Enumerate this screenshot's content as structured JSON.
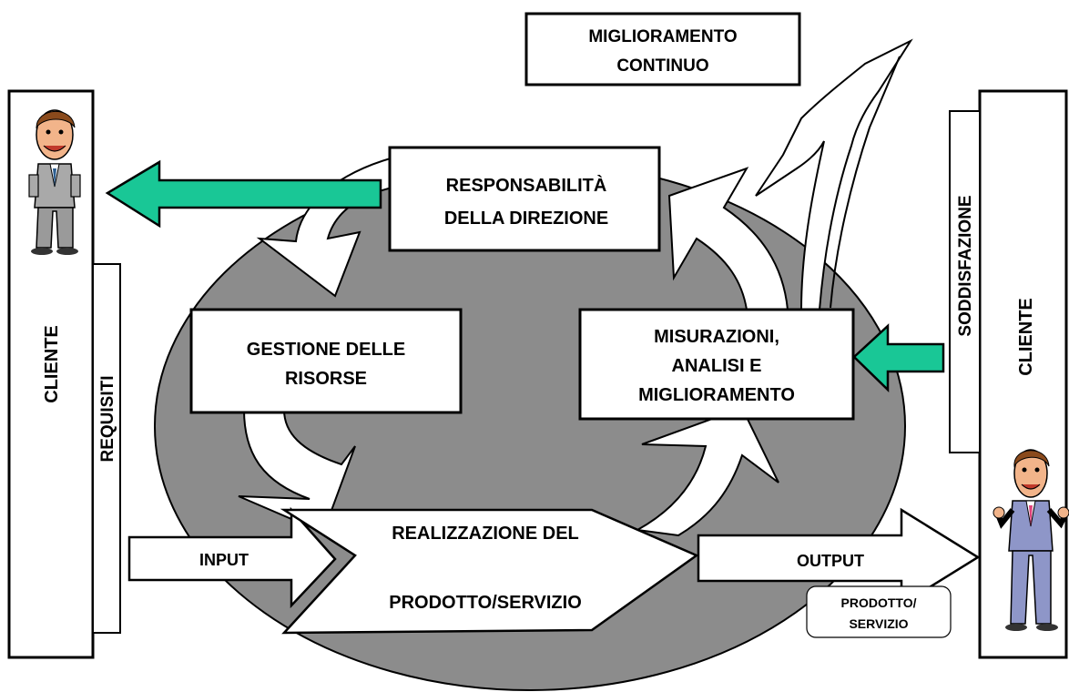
{
  "colors": {
    "circle": "#8c8c8c",
    "teal_arrow": "#19c796",
    "outline": "#000000",
    "box": "#ffffff"
  },
  "left_panel": {
    "customer_label": "CLIENTE",
    "requirements_label": "REQUISITI",
    "figure_icon": "businessman-smiling"
  },
  "right_panel": {
    "customer_label": "CLIENTE",
    "satisfaction_label": "SODDISFAZIONE",
    "figure_icon": "businessman-waving"
  },
  "continuous_improvement": {
    "line1": "MIGLIORAMENTO",
    "line2": "CONTINUO",
    "arrow_icon": "hand-drawn-arrow"
  },
  "processes": {
    "management": {
      "line1": "RESPONSABILITÀ",
      "line2": "DELLA DIREZIONE"
    },
    "resources": {
      "line1": "GESTIONE DELLE",
      "line2": "RISORSE"
    },
    "measurement": {
      "line1": "MISURAZIONI,",
      "line2": "ANALISI E",
      "line3": "MIGLIORAMENTO"
    },
    "realization": {
      "line1": "REALIZZAZIONE DEL",
      "line2": "PRODOTTO/SERVIZIO"
    }
  },
  "flow": {
    "input_label": "INPUT",
    "output_label": "OUTPUT",
    "output_note_line1": "PRODOTTO/",
    "output_note_line2": "SERVIZIO"
  }
}
